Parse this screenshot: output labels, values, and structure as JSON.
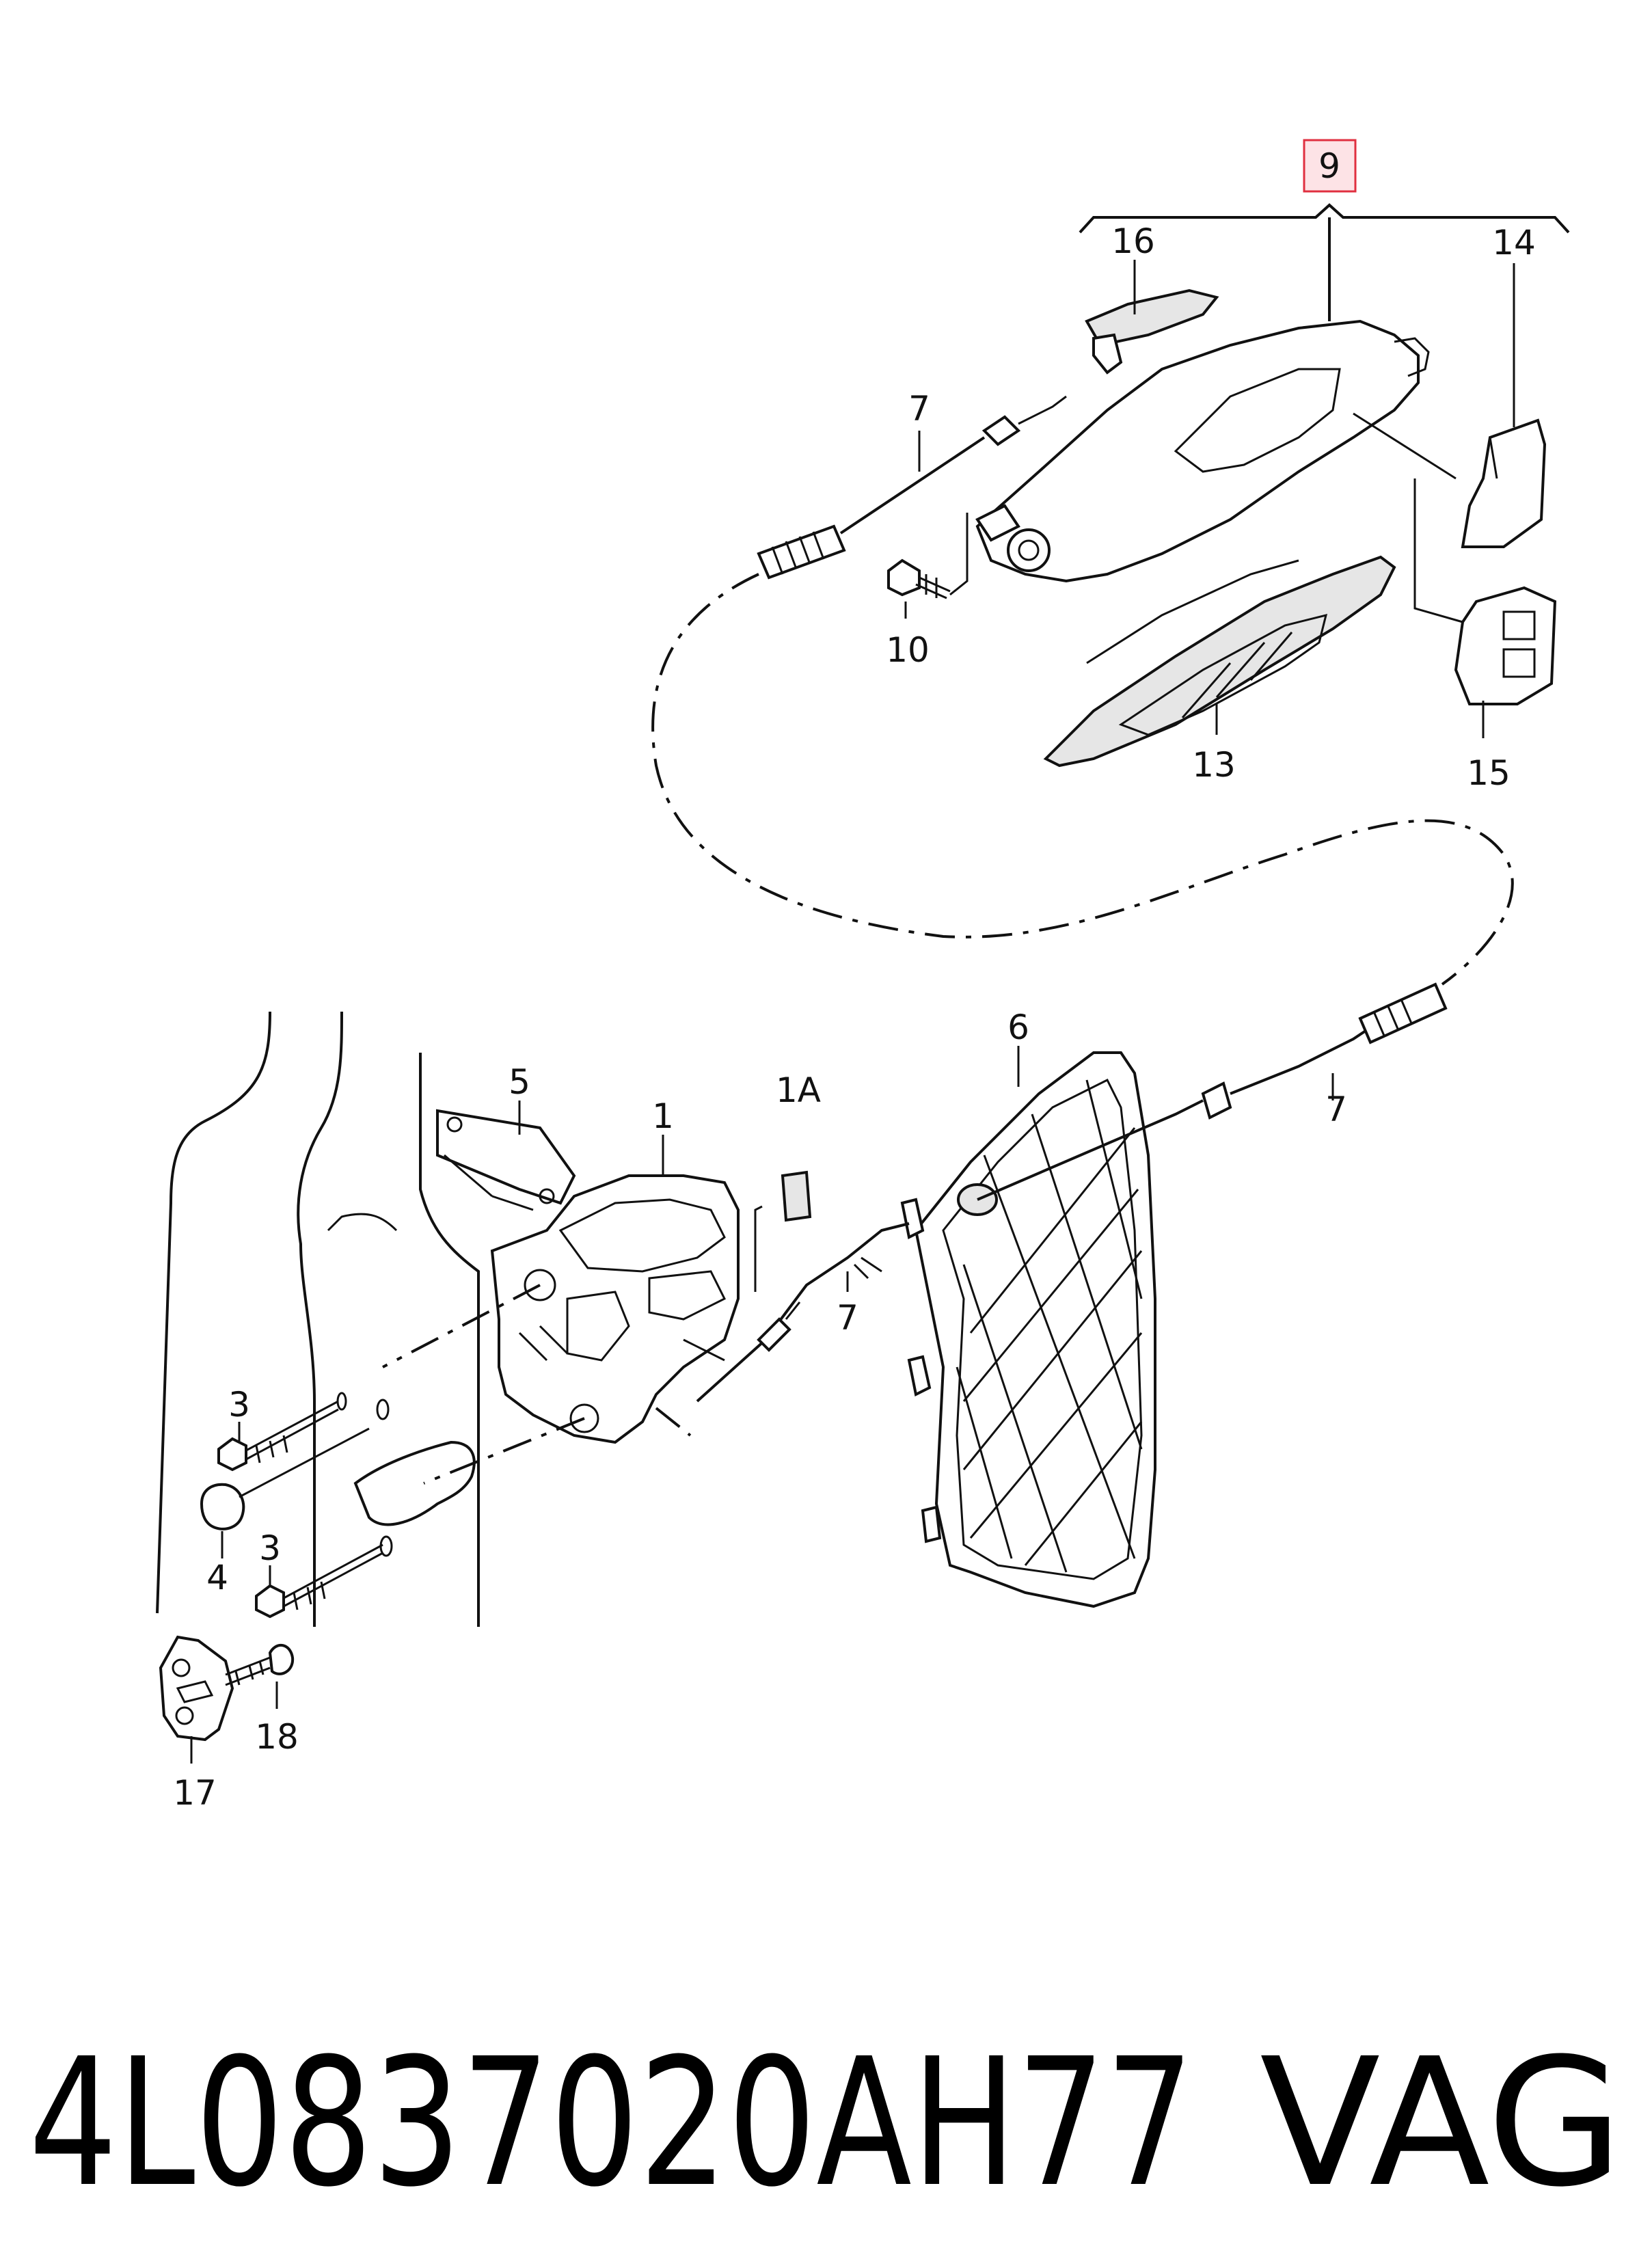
{
  "diagram": {
    "callouts": [
      {
        "id": "9",
        "label": "9",
        "highlighted": true
      },
      {
        "id": "16",
        "label": "16"
      },
      {
        "id": "14",
        "label": "14"
      },
      {
        "id": "7a",
        "label": "7"
      },
      {
        "id": "10",
        "label": "10"
      },
      {
        "id": "13",
        "label": "13"
      },
      {
        "id": "15",
        "label": "15"
      },
      {
        "id": "6",
        "label": "6"
      },
      {
        "id": "7b",
        "label": "7"
      },
      {
        "id": "5",
        "label": "5"
      },
      {
        "id": "1",
        "label": "1"
      },
      {
        "id": "1A",
        "label": "1A"
      },
      {
        "id": "7c",
        "label": "7"
      },
      {
        "id": "3a",
        "label": "3"
      },
      {
        "id": "4",
        "label": "4"
      },
      {
        "id": "3b",
        "label": "3"
      },
      {
        "id": "18",
        "label": "18"
      },
      {
        "id": "17",
        "label": "17"
      }
    ],
    "highlight_color": "#e03040",
    "highlight_fill": "#fde3e6"
  },
  "footer": {
    "part_number": "4L0837020AH77",
    "brand": "VAG"
  }
}
